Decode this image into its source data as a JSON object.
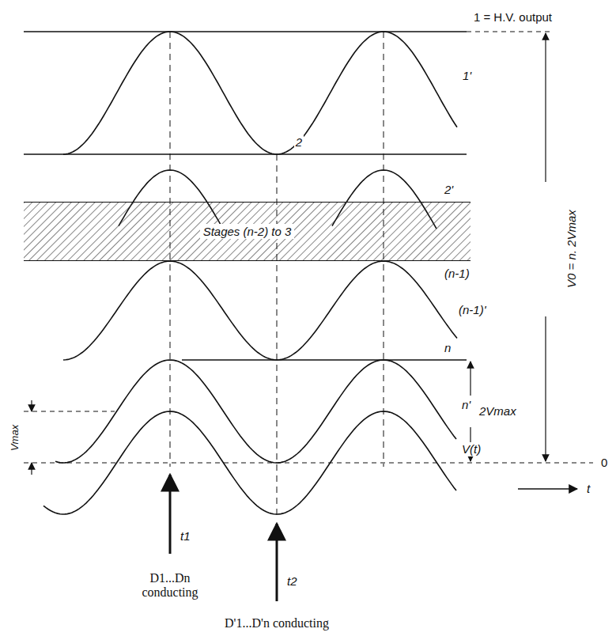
{
  "diagram": {
    "nodes": [
      {
        "text": [
          "Stages (n-2) to 3"
        ]
      }
    ],
    "labels": [
      "1 = H.V. output",
      "1'",
      "2",
      "2'",
      "(n-1)",
      "(n-1)'",
      "n",
      "n'",
      "V(t)",
      "2Vmax",
      "Vmax",
      "V0 = n. 2Vmax",
      "0",
      "t1",
      "t2",
      "t",
      "D1...Dn conducting",
      "D'1...D'n conducting"
    ]
  }
}
